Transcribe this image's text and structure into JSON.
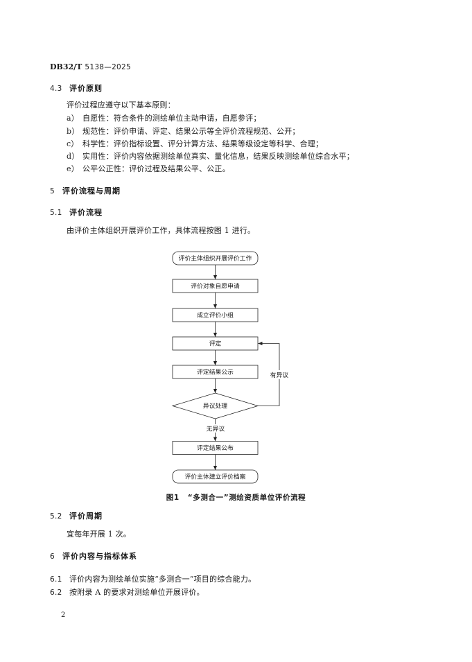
{
  "header": {
    "code_prefix": "DB32/T",
    "code_rest": "5138—2025"
  },
  "s4_3": {
    "number": "4.3",
    "title": "评价原则",
    "intro": "评价过程应遵守以下基本原则：",
    "items": [
      {
        "label": "a）",
        "text": "自愿性：符合条件的测绘单位主动申请，自愿参评；"
      },
      {
        "label": "b）",
        "text": "规范性：评价申请、评定、结果公示等全评价流程规范、公开；"
      },
      {
        "label": "c）",
        "text": "科学性：评价指标设置、评分计算方法、结果等级设定等科学、合理；"
      },
      {
        "label": "d）",
        "text": "实用性：评价内容依据测绘单位真实、量化信息，结果反映测绘单位综合水平；"
      },
      {
        "label": "e）",
        "text": "公平公正性：评价过程及结果公平、公正。"
      }
    ]
  },
  "s5": {
    "number": "5",
    "title": "评价流程与周期"
  },
  "s5_1": {
    "number": "5.1",
    "title": "评价流程",
    "body": "由评价主体组织开展评价工作，具体流程按图 1 进行。"
  },
  "figure1": {
    "nodes": {
      "start": "评价主体组织开展评价工作",
      "apply": "评价对象自愿申请",
      "team": "成立评价小组",
      "assess": "评定",
      "publicity": "评定结果公示",
      "objection": "异议处理",
      "publish": "评定结果公布",
      "archive": "评价主体建立评价档案"
    },
    "edge_labels": {
      "has_objection": "有异议",
      "no_objection": "无异议"
    },
    "caption_number": "图1",
    "caption_title": "“多测合一”测绘资质单位评价流程"
  },
  "s5_2": {
    "number": "5.2",
    "title": "评价周期",
    "body": "宜每年开展 1 次。"
  },
  "s6": {
    "number": "6",
    "title": "评价内容与指标体系"
  },
  "s6_1": {
    "number": "6.1",
    "text": "评价内容为测绘单位实施“多测合一”项目的综合能力。"
  },
  "s6_2": {
    "number": "6.2",
    "text": "按附录 A 的要求对测绘单位开展评价。"
  },
  "page_number": "2"
}
